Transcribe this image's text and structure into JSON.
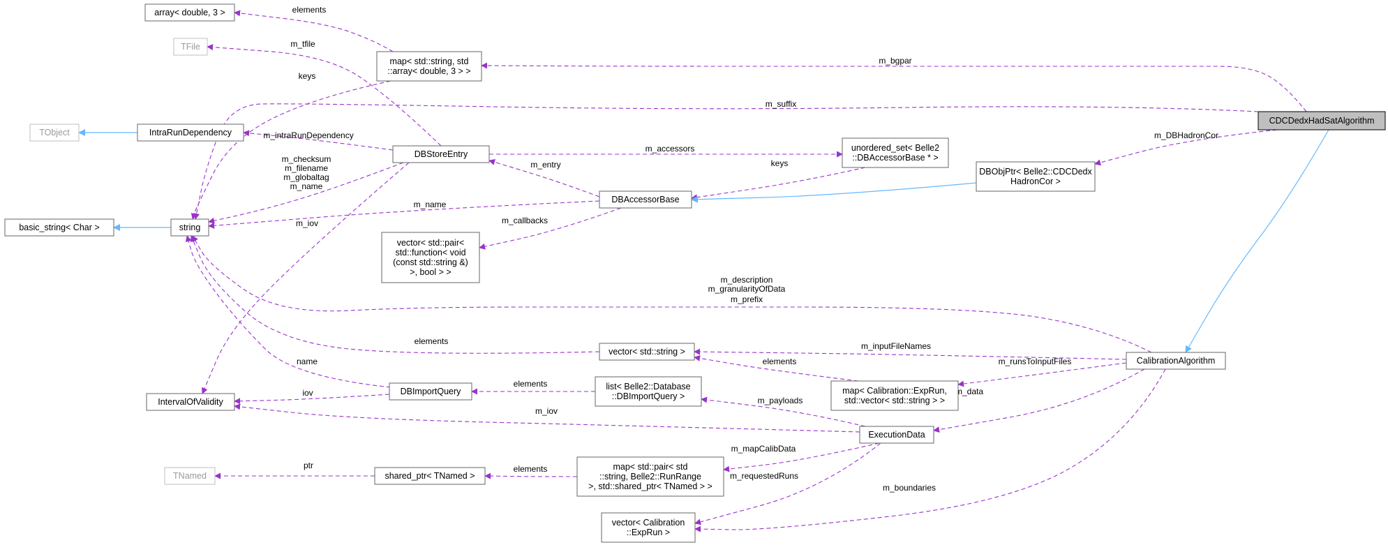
{
  "diagram": {
    "colors": {
      "usage_edge": "#9a32cd",
      "inheritance_edge": "#63b8ff",
      "box_border": "#666666",
      "external_border": "#bfbfbf",
      "highlight_fill": "#bfbfbf"
    },
    "nodes": {
      "array_double": {
        "lines": [
          "array< double, 3 >"
        ],
        "style": "normal"
      },
      "tfile": {
        "lines": [
          "TFile"
        ],
        "style": "external"
      },
      "map_bgpar": {
        "lines": [
          "map< std::string, std",
          "::array< double, 3 > >"
        ],
        "style": "normal"
      },
      "tobject": {
        "lines": [
          "TObject"
        ],
        "style": "external"
      },
      "intrarundependency": {
        "lines": [
          "IntraRunDependency"
        ],
        "style": "normal"
      },
      "basic_string": {
        "lines": [
          "basic_string< Char >"
        ],
        "style": "normal"
      },
      "string": {
        "lines": [
          "string"
        ],
        "style": "normal"
      },
      "dbstoreentry": {
        "lines": [
          "DBStoreEntry"
        ],
        "style": "normal"
      },
      "unordered_set": {
        "lines": [
          "unordered_set< Belle2",
          "::DBAccessorBase * >"
        ],
        "style": "normal"
      },
      "dbaccessorbase": {
        "lines": [
          "DBAccessorBase"
        ],
        "style": "normal"
      },
      "dbobjptr": {
        "lines": [
          "DBObjPtr< Belle2::CDCDedx",
          "HadronCor >"
        ],
        "style": "normal"
      },
      "cdcdedx": {
        "lines": [
          "CDCDedxHadSatAlgorithm"
        ],
        "style": "highlight"
      },
      "vector_pair": {
        "lines": [
          "vector< std::pair<",
          "std::function< void",
          "(const std::string &)",
          ">, bool > >"
        ],
        "style": "normal"
      },
      "intervalofvalidity": {
        "lines": [
          "IntervalOfValidity"
        ],
        "style": "normal"
      },
      "vector_string": {
        "lines": [
          "vector< std::string >"
        ],
        "style": "normal"
      },
      "calibrationalgorithm": {
        "lines": [
          "CalibrationAlgorithm"
        ],
        "style": "normal"
      },
      "dbimportquery": {
        "lines": [
          "DBImportQuery"
        ],
        "style": "normal"
      },
      "list_dbimport": {
        "lines": [
          "list< Belle2::Database",
          "::DBImportQuery >"
        ],
        "style": "normal"
      },
      "map_calib_exprun": {
        "lines": [
          "map< Calibration::ExpRun,",
          "std::vector< std::string > >"
        ],
        "style": "normal"
      },
      "executiondata": {
        "lines": [
          "ExecutionData"
        ],
        "style": "normal"
      },
      "tnamed": {
        "lines": [
          "TNamed"
        ],
        "style": "external"
      },
      "shared_ptr": {
        "lines": [
          "shared_ptr< TNamed >"
        ],
        "style": "normal"
      },
      "map_pair": {
        "lines": [
          "map< std::pair< std",
          "::string, Belle2::RunRange",
          ">, std::shared_ptr< TNamed > >"
        ],
        "style": "normal"
      },
      "vector_exprun": {
        "lines": [
          "vector< Calibration",
          "::ExpRun >"
        ],
        "style": "normal"
      }
    },
    "edges": [
      {
        "from": "map_bgpar",
        "to": "array_double",
        "kind": "usage",
        "label": [
          "elements"
        ]
      },
      {
        "from": "dbstoreentry",
        "to": "tfile",
        "kind": "usage",
        "label": [
          "m_tfile"
        ]
      },
      {
        "from": "cdcdedx",
        "to": "map_bgpar",
        "kind": "usage",
        "label": [
          "m_bgpar"
        ]
      },
      {
        "from": "intrarundependency",
        "to": "tobject",
        "kind": "inheritance",
        "label": []
      },
      {
        "from": "map_bgpar",
        "to": "string",
        "kind": "usage",
        "label": [
          "keys"
        ]
      },
      {
        "from": "cdcdedx",
        "to": "string",
        "kind": "usage",
        "label": [
          "m_suffix"
        ]
      },
      {
        "from": "dbstoreentry",
        "to": "intrarundependency",
        "kind": "usage",
        "label": [
          "m_intraRunDependency"
        ]
      },
      {
        "from": "string",
        "to": "basic_string",
        "kind": "inheritance",
        "label": []
      },
      {
        "from": "dbstoreentry",
        "to": "string",
        "kind": "usage",
        "label": [
          "m_checksum",
          "m_filename",
          "m_globaltag",
          "m_name"
        ]
      },
      {
        "from": "dbstoreentry",
        "to": "unordered_set",
        "kind": "usage",
        "label": [
          "m_accessors"
        ]
      },
      {
        "from": "dbaccessorbase",
        "to": "dbstoreentry",
        "kind": "usage",
        "label": [
          "m_entry"
        ]
      },
      {
        "from": "unordered_set",
        "to": "dbaccessorbase",
        "kind": "usage",
        "label": [
          "keys"
        ]
      },
      {
        "from": "dbobjptr",
        "to": "dbaccessorbase",
        "kind": "inheritance",
        "label": []
      },
      {
        "from": "cdcdedx",
        "to": "dbobjptr",
        "kind": "usage",
        "label": [
          "m_DBHadronCor"
        ]
      },
      {
        "from": "dbaccessorbase",
        "to": "string",
        "kind": "usage",
        "label": [
          "m_name"
        ]
      },
      {
        "from": "dbaccessorbase",
        "to": "vector_pair",
        "kind": "usage",
        "label": [
          "m_callbacks"
        ]
      },
      {
        "from": "dbstoreentry",
        "to": "intervalofvalidity",
        "kind": "usage",
        "label": [
          "m_iov"
        ]
      },
      {
        "from": "cdcdedx",
        "to": "calibrationalgorithm",
        "kind": "inheritance",
        "label": []
      },
      {
        "from": "calibrationalgorithm",
        "to": "string",
        "kind": "usage",
        "label": [
          "m_description",
          "m_granularityOfData",
          "m_prefix"
        ]
      },
      {
        "from": "vector_string",
        "to": "string",
        "kind": "usage",
        "label": [
          "elements"
        ]
      },
      {
        "from": "calibrationalgorithm",
        "to": "vector_string",
        "kind": "usage",
        "label": [
          "m_inputFileNames"
        ]
      },
      {
        "from": "dbimportquery",
        "to": "string",
        "kind": "usage",
        "label": [
          "name"
        ]
      },
      {
        "from": "map_calib_exprun",
        "to": "vector_string",
        "kind": "usage",
        "label": [
          "elements"
        ]
      },
      {
        "from": "calibrationalgorithm",
        "to": "map_calib_exprun",
        "kind": "usage",
        "label": [
          "m_runsToInputFiles"
        ]
      },
      {
        "from": "dbimportquery",
        "to": "intervalofvalidity",
        "kind": "usage",
        "label": [
          "iov"
        ]
      },
      {
        "from": "list_dbimport",
        "to": "dbimportquery",
        "kind": "usage",
        "label": [
          "elements"
        ]
      },
      {
        "from": "calibrationalgorithm",
        "to": "executiondata",
        "kind": "usage",
        "label": [
          "m_data"
        ]
      },
      {
        "from": "executiondata",
        "to": "list_dbimport",
        "kind": "usage",
        "label": [
          "m_payloads"
        ]
      },
      {
        "from": "executiondata",
        "to": "intervalofvalidity",
        "kind": "usage",
        "label": [
          "m_iov"
        ]
      },
      {
        "from": "shared_ptr",
        "to": "tnamed",
        "kind": "usage",
        "label": [
          "ptr"
        ]
      },
      {
        "from": "map_pair",
        "to": "shared_ptr",
        "kind": "usage",
        "label": [
          "elements"
        ]
      },
      {
        "from": "executiondata",
        "to": "map_pair",
        "kind": "usage",
        "label": [
          "m_mapCalibData"
        ]
      },
      {
        "from": "executiondata",
        "to": "vector_exprun",
        "kind": "usage",
        "label": [
          "m_requestedRuns"
        ]
      },
      {
        "from": "calibrationalgorithm",
        "to": "vector_exprun",
        "kind": "usage",
        "label": [
          "m_boundaries"
        ]
      }
    ]
  }
}
